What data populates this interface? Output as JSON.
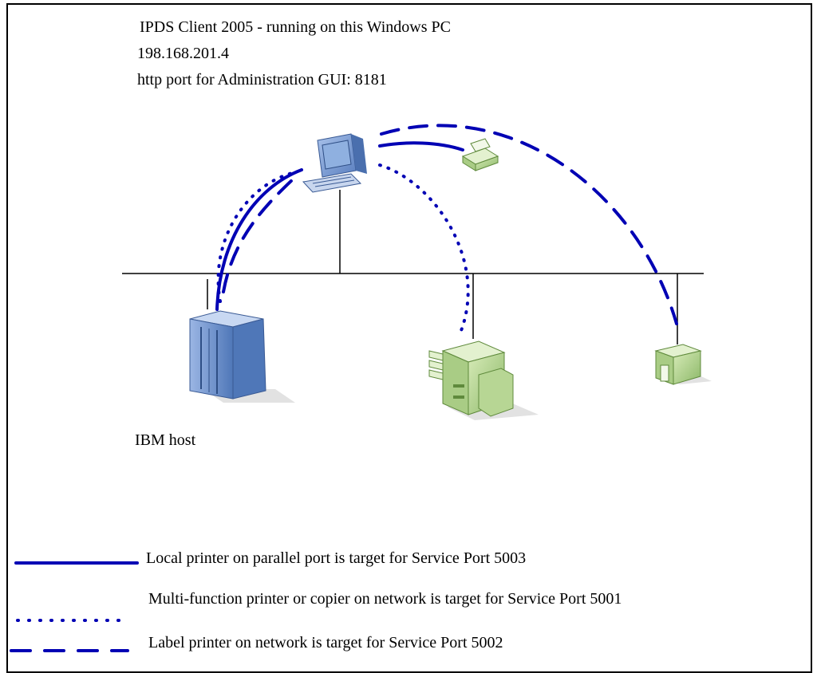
{
  "header": {
    "title": "IPDS Client 2005 - running on this Windows PC",
    "ip_address": "198.168.201.4",
    "admin_port": "http port for Administration GUI: 8181"
  },
  "host_label": "IBM host",
  "legend": {
    "items": [
      {
        "line_style": "solid",
        "text": "Local printer on parallel port is target for Service Port 5003"
      },
      {
        "line_style": "dotted",
        "text": "Multi-function printer or copier on network is target for Service Port 5001"
      },
      {
        "line_style": "dashed",
        "text": "Label printer on network is target for Service Port 5002"
      }
    ]
  },
  "colors": {
    "connection": "#0000b4",
    "network": "#000000",
    "host": "#5b86c0",
    "printers": "#9fc47c",
    "pc": "#6f92c8"
  },
  "icons": [
    "pc-icon",
    "ibm-host-icon",
    "local-printer-icon",
    "multifunction-printer-icon",
    "label-printer-icon"
  ]
}
